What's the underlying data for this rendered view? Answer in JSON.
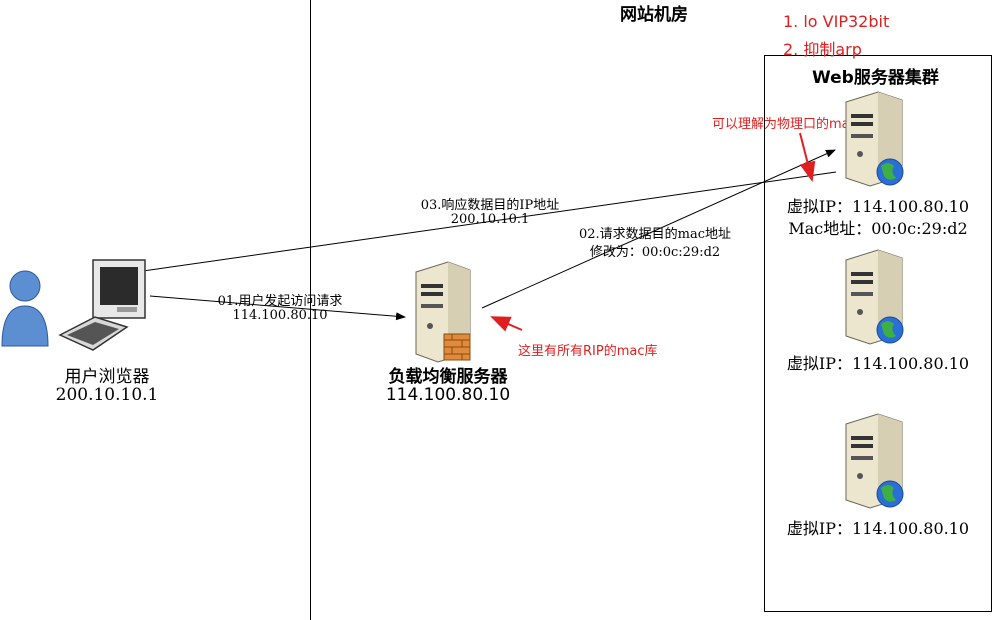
{
  "header": {
    "datacenter_title": "网站机房"
  },
  "notes": {
    "line1": "1. lo VIP32bit",
    "line2": "2. 抑制arp"
  },
  "cluster": {
    "title": "Web服务器集群"
  },
  "annotations": {
    "physical_mac": "可以理解为物理口的mac",
    "mac_library": "这里有所有RIP的mac库"
  },
  "client": {
    "label": "用户浏览器",
    "ip": "200.10.10.1"
  },
  "load_balancer": {
    "label": "负载均衡服务器",
    "ip": "114.100.80.10"
  },
  "servers": [
    {
      "vip": "虚拟IP：114.100.80.10",
      "mac": "Mac地址：00:0c:29:d2"
    },
    {
      "vip": "虚拟IP：114.100.80.10"
    },
    {
      "vip": "虚拟IP：114.100.80.10"
    }
  ],
  "steps": {
    "s01_line1": "01.用户发起访问请求",
    "s01_line2": "114.100.80.10",
    "s02_line1": "02.请求数据目的mac地址",
    "s02_line2": "修改为：00:0c:29:d2",
    "s03_line1": "03.响应数据目的IP地址",
    "s03_line2": "200.10.10.1"
  },
  "colors": {
    "annotation": "#e02020",
    "server_body": "#ece6cf",
    "globe": "#2a6fd6",
    "firewall": "#e08a3c",
    "user": "#5b8fd1"
  }
}
